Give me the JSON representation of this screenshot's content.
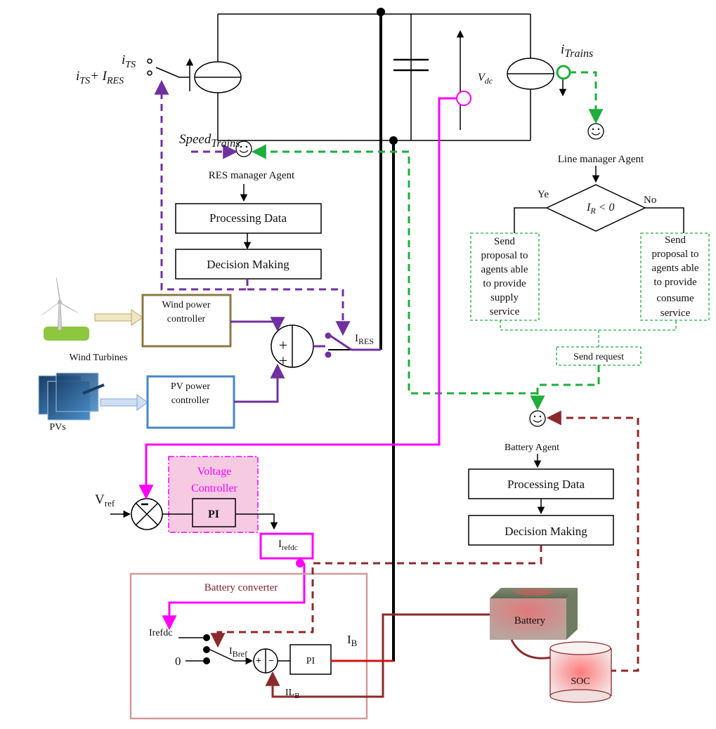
{
  "labels": {
    "its": "i",
    "its_sub": "TS",
    "its_ires": "i",
    "its_ires_sub": "TS",
    "its_ires_plus": "+ I",
    "its_ires_sub2": "RES",
    "itrains": "i",
    "itrains_sub": "Trains",
    "vdc": "V",
    "vdc_sub": "dc",
    "speed": "Speed",
    "speed_sub": "Trains",
    "res_agent": "RES manager Agent",
    "line_agent": "Line manager Agent",
    "battery_agent": "Battery Agent",
    "ir_cond": "I",
    "ir_cond_sub": "R",
    "ir_cond_rest": " < 0",
    "yes": "Ye",
    "no": "No",
    "processing_res": "Processing Data",
    "decision_res": "Decision Making",
    "processing_bat": "Processing Data",
    "decision_bat": "Decision Making",
    "wind_ctrl_1": "Wind power",
    "wind_ctrl_2": "controller",
    "pv_ctrl_1": "PV power",
    "pv_ctrl_2": "controller",
    "wind_turbines": "Wind Turbines",
    "pvs": "PVs",
    "ires": "I",
    "ires_sub": "RES",
    "supply_lines": [
      "Send",
      "proposal to",
      "agents able",
      "to provide",
      "supply",
      "service"
    ],
    "consume_lines": [
      "Send",
      "proposal to",
      "agents able",
      "to provide",
      "consume",
      "service"
    ],
    "send_request": "Send request",
    "vref": "V",
    "vref_sub": "ref",
    "voltage_ctrl_1": "Voltage",
    "voltage_ctrl_2": "Controller",
    "pi_voltage": "PI",
    "irefdc_box": "I",
    "irefdc_box_sub": "refdc",
    "battery_converter": "Battery converter",
    "irefdc_sw": "Irefdc",
    "zero": "0",
    "ibref": "I",
    "ibref_sub": "Bref",
    "pi_battery": "PI",
    "ib": "I",
    "ib_sub": "B",
    "ilb": "IL",
    "ilb_sub": "B",
    "battery": "Battery",
    "soc": "SOC",
    "minus": "−",
    "plus": "+"
  },
  "colors": {
    "purple": "#7030a0",
    "green": "#1fae3c",
    "magenta": "#ff00ff",
    "darkred": "#8b2a2a",
    "black": "#000000",
    "wind_box": "#8b7a45",
    "pv_box": "#4a86c8",
    "conv_box": "#d49b9b"
  }
}
